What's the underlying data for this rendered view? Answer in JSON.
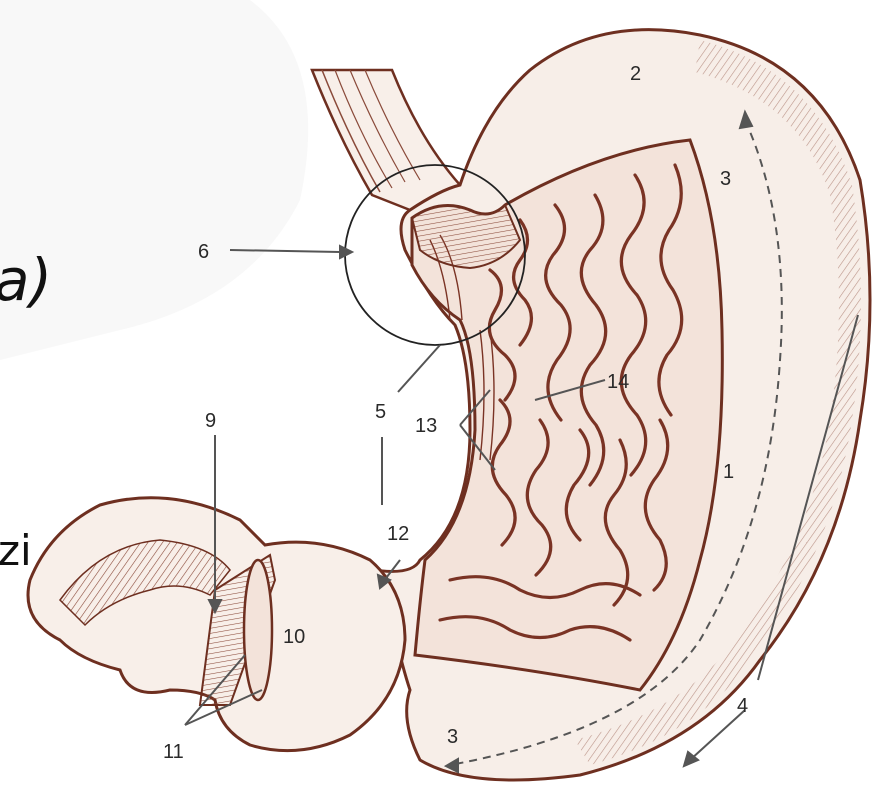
{
  "side_text": {
    "line1": "a)",
    "line2": "zi"
  },
  "labels": {
    "n1": "1",
    "n2": "2",
    "n3_top": "3",
    "n3_bottom": "3",
    "n4": "4",
    "n5": "5",
    "n6": "6",
    "n9": "9",
    "n10": "10",
    "n11": "11",
    "n12": "12",
    "n13": "13",
    "n14": "14"
  },
  "colors": {
    "outline": "#6e2f20",
    "fill_wall": "#f6ece6",
    "mucosa": "#7a3324",
    "pointer": "#555555",
    "background": "#ffffff"
  }
}
